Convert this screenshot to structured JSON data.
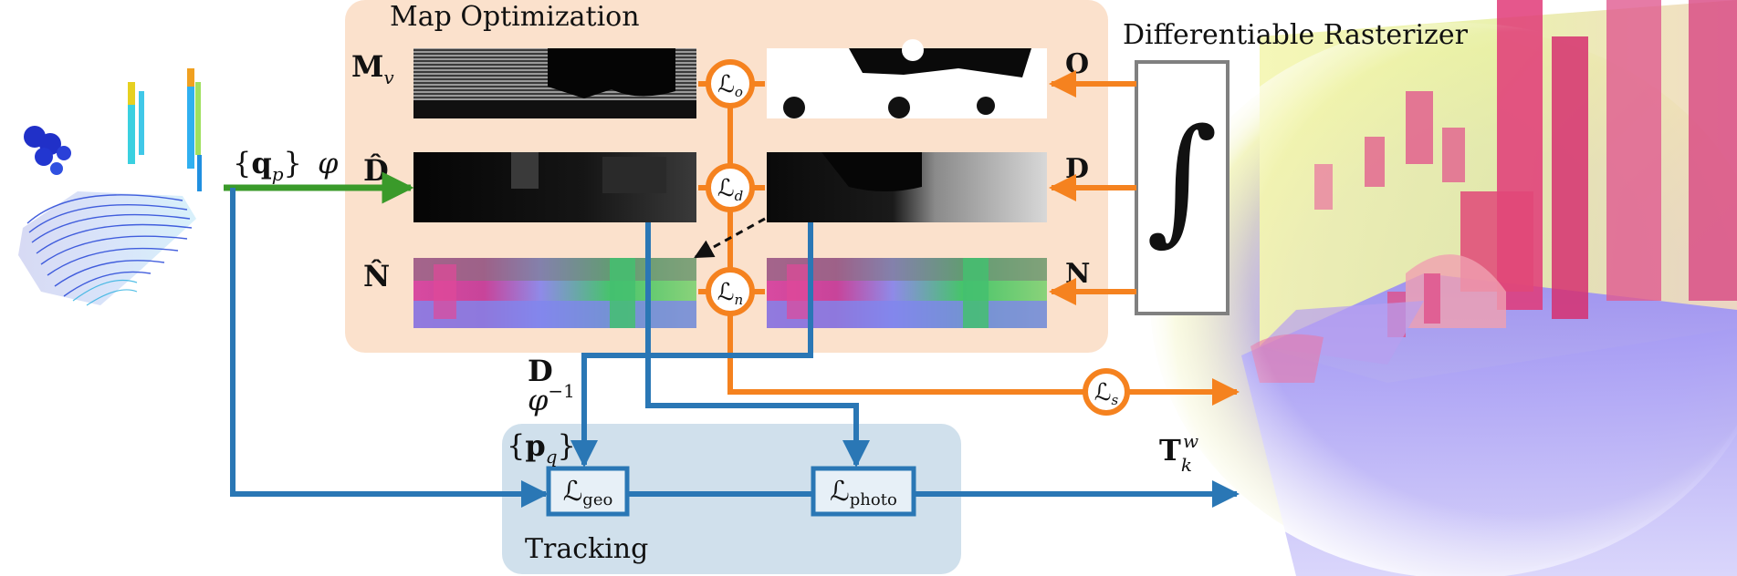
{
  "map_panel": {
    "title": "Map Optimization",
    "rows": [
      {
        "label": "M",
        "sub": "v"
      },
      {
        "label": "D̂",
        "sub": ""
      },
      {
        "label": "N̂",
        "sub": ""
      }
    ]
  },
  "rasterizer": {
    "title": "Differentiable Rasterizer",
    "symbol": "∫",
    "outputs": [
      "O",
      "D",
      "N"
    ]
  },
  "losses": {
    "occupancy": {
      "main": "ℒ",
      "sub": "o"
    },
    "depth": {
      "main": "ℒ",
      "sub": "d"
    },
    "normal": {
      "main": "ℒ",
      "sub": "n"
    },
    "smooth": {
      "main": "ℒ",
      "sub": "s"
    }
  },
  "inputs": {
    "points": {
      "lbrace": "{",
      "main": "q",
      "sub": "p",
      "rbrace": "}"
    },
    "projection": "φ"
  },
  "tracking": {
    "title": "Tracking",
    "geo": {
      "main": "ℒ",
      "sub": "geo"
    },
    "photo": {
      "main": "ℒ",
      "sub": "photo"
    },
    "depth_label": "D",
    "inverse": {
      "main": "φ",
      "sup": "−1"
    },
    "points": {
      "lbrace": "{",
      "main": "p",
      "sub": "q",
      "rbrace": "}"
    },
    "pose": {
      "main": "T",
      "sub": "k",
      "sup": "w"
    }
  },
  "colors": {
    "orange": "#f5821f",
    "blue": "#2a77b5",
    "green": "#3a9a2a",
    "map_bg": "#fbe1cc",
    "track_bg": "#d0e0ec",
    "box_border": "#808080",
    "blue_box_fill": "#e7f0f7"
  }
}
